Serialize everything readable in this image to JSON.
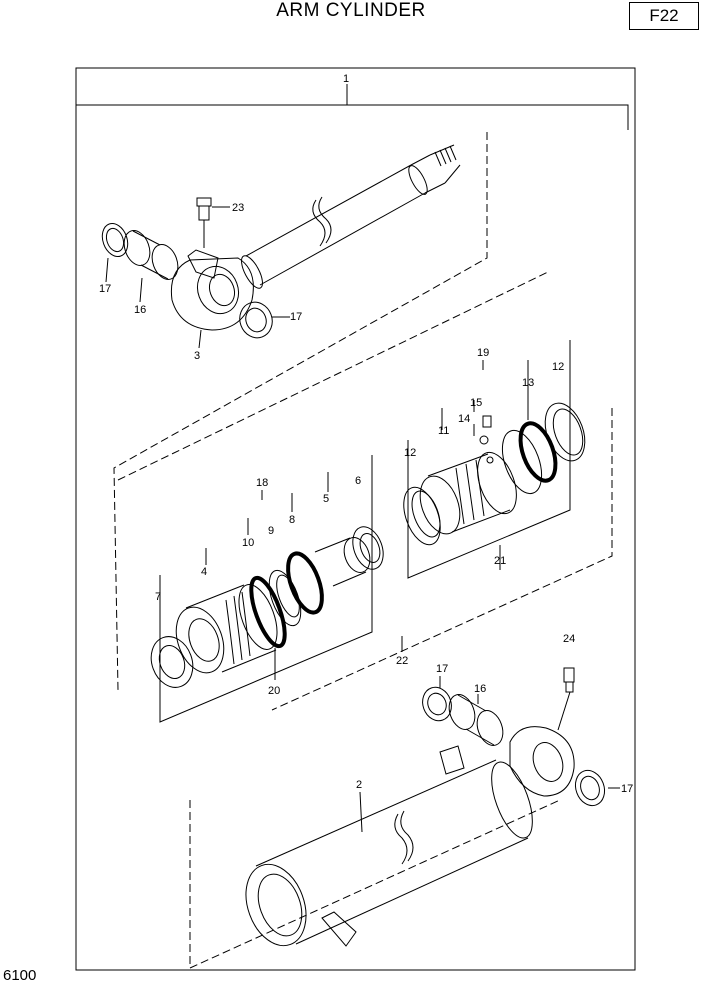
{
  "title": "ARM CYLINDER",
  "page_code": "F22",
  "footer_code": "6100",
  "callouts": {
    "c1": "1",
    "c2": "2",
    "c3": "3",
    "c4": "4",
    "c5": "5",
    "c6": "6",
    "c7": "7",
    "c8": "8",
    "c9": "9",
    "c10": "10",
    "c11": "11",
    "c12a": "12",
    "c12b": "12",
    "c13": "13",
    "c14": "14",
    "c15": "15",
    "c16a": "16",
    "c16b": "16",
    "c17a": "17",
    "c17b": "17",
    "c17c": "17",
    "c17d": "17",
    "c18": "18",
    "c19": "19",
    "c20": "20",
    "c21": "21",
    "c22": "22",
    "c23": "23",
    "c24": "24"
  }
}
